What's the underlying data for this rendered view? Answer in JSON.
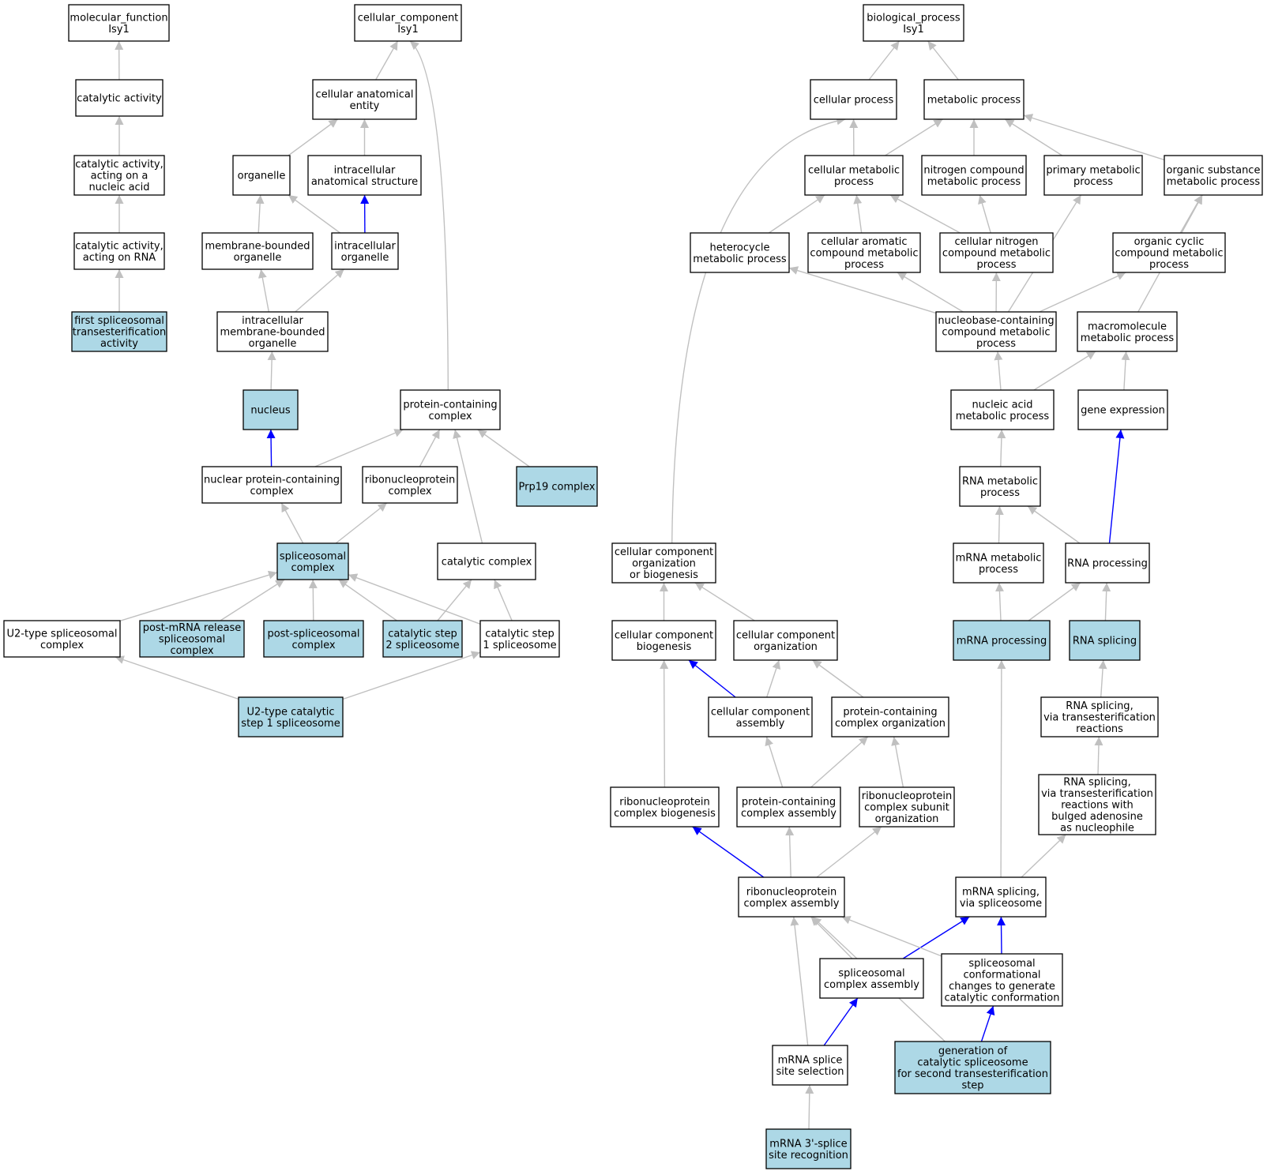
{
  "colors": {
    "highlight_fill": "#add8e6",
    "normal_fill": "#ffffff",
    "edge_gray": "#c0c0c0",
    "edge_blue": "#0000ff"
  },
  "nodes": {
    "mf": {
      "lines": [
        "molecular_function",
        "Isy1"
      ]
    },
    "cat": {
      "lines": [
        "catalytic activity"
      ]
    },
    "catna": {
      "lines": [
        "catalytic activity,",
        "acting on a",
        "nucleic acid"
      ]
    },
    "catrna": {
      "lines": [
        "catalytic activity,",
        "acting on RNA"
      ]
    },
    "fst": {
      "lines": [
        "first spliceosomal",
        "transesterification",
        "activity"
      ],
      "highlight": true
    },
    "cc": {
      "lines": [
        "cellular_component",
        "Isy1"
      ]
    },
    "cae": {
      "lines": [
        "cellular anatomical",
        "entity"
      ]
    },
    "org": {
      "lines": [
        "organelle"
      ]
    },
    "ias": {
      "lines": [
        "intracellular",
        "anatomical structure"
      ]
    },
    "mbo": {
      "lines": [
        "membrane-bounded",
        "organelle"
      ]
    },
    "io": {
      "lines": [
        "intracellular",
        "organelle"
      ]
    },
    "imbo": {
      "lines": [
        "intracellular",
        "membrane-bounded",
        "organelle"
      ]
    },
    "nuc": {
      "lines": [
        "nucleus"
      ],
      "highlight": true
    },
    "pcc": {
      "lines": [
        "protein-containing",
        "complex"
      ]
    },
    "npcc": {
      "lines": [
        "nuclear protein-containing",
        "complex"
      ]
    },
    "rnpc": {
      "lines": [
        "ribonucleoprotein",
        "complex"
      ]
    },
    "prp19": {
      "lines": [
        "Prp19 complex"
      ],
      "highlight": true
    },
    "splc": {
      "lines": [
        "spliceosomal",
        "complex"
      ],
      "highlight": true
    },
    "catc": {
      "lines": [
        "catalytic complex"
      ]
    },
    "u2": {
      "lines": [
        "U2-type spliceosomal",
        "complex"
      ]
    },
    "pmr": {
      "lines": [
        "post-mRNA release",
        "spliceosomal",
        "complex"
      ],
      "highlight": true
    },
    "pspl": {
      "lines": [
        "post-spliceosomal",
        "complex"
      ],
      "highlight": true
    },
    "cs2": {
      "lines": [
        "catalytic step",
        "2 spliceosome"
      ],
      "highlight": true
    },
    "cs1": {
      "lines": [
        "catalytic step",
        "1 spliceosome"
      ]
    },
    "u2cs1": {
      "lines": [
        "U2-type catalytic",
        "step 1 spliceosome"
      ],
      "highlight": true
    },
    "bp": {
      "lines": [
        "biological_process",
        "Isy1"
      ]
    },
    "cp": {
      "lines": [
        "cellular process"
      ]
    },
    "mp": {
      "lines": [
        "metabolic process"
      ]
    },
    "cmp": {
      "lines": [
        "cellular metabolic",
        "process"
      ]
    },
    "ncmp": {
      "lines": [
        "nitrogen compound",
        "metabolic process"
      ]
    },
    "pmp": {
      "lines": [
        "primary metabolic",
        "process"
      ]
    },
    "osmp": {
      "lines": [
        "organic substance",
        "metabolic process"
      ]
    },
    "hmp": {
      "lines": [
        "heterocycle",
        "metabolic process"
      ]
    },
    "cacmp": {
      "lines": [
        "cellular aromatic",
        "compound metabolic",
        "process"
      ]
    },
    "cncmp": {
      "lines": [
        "cellular nitrogen",
        "compound metabolic",
        "process"
      ]
    },
    "occmp": {
      "lines": [
        "organic cyclic",
        "compound metabolic",
        "process"
      ]
    },
    "nbcmp": {
      "lines": [
        "nucleobase-containing",
        "compound metabolic",
        "process"
      ]
    },
    "mmp": {
      "lines": [
        "macromolecule",
        "metabolic process"
      ]
    },
    "namp": {
      "lines": [
        "nucleic acid",
        "metabolic process"
      ]
    },
    "ge": {
      "lines": [
        "gene expression"
      ]
    },
    "rmp": {
      "lines": [
        "RNA metabolic",
        "process"
      ]
    },
    "mrmp": {
      "lines": [
        "mRNA metabolic",
        "process"
      ]
    },
    "rproc": {
      "lines": [
        "RNA processing"
      ]
    },
    "mrproc": {
      "lines": [
        "mRNA processing"
      ],
      "highlight": true
    },
    "rspl": {
      "lines": [
        "RNA splicing"
      ],
      "highlight": true
    },
    "rsplt": {
      "lines": [
        "RNA splicing,",
        "via transesterification",
        "reactions"
      ]
    },
    "rspltb": {
      "lines": [
        "RNA splicing,",
        "via transesterification",
        "reactions with",
        "bulged adenosine",
        "as nucleophile"
      ]
    },
    "mrsplv": {
      "lines": [
        "mRNA splicing,",
        "via spliceosome"
      ]
    },
    "ccob": {
      "lines": [
        "cellular component",
        "organization",
        "or biogenesis"
      ]
    },
    "ccb": {
      "lines": [
        "cellular component",
        "biogenesis"
      ]
    },
    "cco": {
      "lines": [
        "cellular component",
        "organization"
      ]
    },
    "cca": {
      "lines": [
        "cellular component",
        "assembly"
      ]
    },
    "pcco": {
      "lines": [
        "protein-containing",
        "complex organization"
      ]
    },
    "rnpcb": {
      "lines": [
        "ribonucleoprotein",
        "complex biogenesis"
      ]
    },
    "pcca": {
      "lines": [
        "protein-containing",
        "complex assembly"
      ]
    },
    "rnpcso": {
      "lines": [
        "ribonucleoprotein",
        "complex subunit",
        "organization"
      ]
    },
    "rnpca": {
      "lines": [
        "ribonucleoprotein",
        "complex assembly"
      ]
    },
    "splca": {
      "lines": [
        "spliceosomal",
        "complex assembly"
      ]
    },
    "splcc": {
      "lines": [
        "spliceosomal",
        "conformational",
        "changes to generate",
        "catalytic conformation"
      ]
    },
    "mrsss": {
      "lines": [
        "mRNA splice",
        "site selection"
      ]
    },
    "gcs": {
      "lines": [
        "generation of",
        "catalytic spliceosome",
        "for second transesterification",
        "step"
      ],
      "highlight": true
    },
    "mr3": {
      "lines": [
        "mRNA 3'-splice",
        "site recognition"
      ],
      "highlight": true
    }
  },
  "edges": [
    {
      "from": "cat",
      "to": "mf"
    },
    {
      "from": "catna",
      "to": "cat"
    },
    {
      "from": "catrna",
      "to": "catna"
    },
    {
      "from": "fst",
      "to": "catrna"
    },
    {
      "from": "cae",
      "to": "cc"
    },
    {
      "from": "pcc",
      "to": "cc"
    },
    {
      "from": "org",
      "to": "cae"
    },
    {
      "from": "ias",
      "to": "cae"
    },
    {
      "from": "mbo",
      "to": "org"
    },
    {
      "from": "io",
      "to": "org"
    },
    {
      "from": "io",
      "to": "ias",
      "blue": true
    },
    {
      "from": "imbo",
      "to": "mbo"
    },
    {
      "from": "imbo",
      "to": "io"
    },
    {
      "from": "nuc",
      "to": "imbo"
    },
    {
      "from": "npcc",
      "to": "nuc",
      "blue": true
    },
    {
      "from": "npcc",
      "to": "pcc"
    },
    {
      "from": "rnpc",
      "to": "pcc"
    },
    {
      "from": "catc",
      "to": "pcc"
    },
    {
      "from": "prp19",
      "to": "pcc"
    },
    {
      "from": "splc",
      "to": "npcc"
    },
    {
      "from": "splc",
      "to": "rnpc"
    },
    {
      "from": "u2",
      "to": "splc"
    },
    {
      "from": "pmr",
      "to": "splc"
    },
    {
      "from": "pspl",
      "to": "splc"
    },
    {
      "from": "cs2",
      "to": "splc"
    },
    {
      "from": "cs1",
      "to": "splc"
    },
    {
      "from": "cs2",
      "to": "catc"
    },
    {
      "from": "cs1",
      "to": "catc"
    },
    {
      "from": "u2cs1",
      "to": "u2"
    },
    {
      "from": "u2cs1",
      "to": "cs1"
    },
    {
      "from": "cp",
      "to": "bp"
    },
    {
      "from": "mp",
      "to": "bp"
    },
    {
      "from": "cmp",
      "to": "cp"
    },
    {
      "from": "ccob",
      "to": "cp"
    },
    {
      "from": "cmp",
      "to": "mp"
    },
    {
      "from": "ncmp",
      "to": "mp"
    },
    {
      "from": "pmp",
      "to": "mp"
    },
    {
      "from": "osmp",
      "to": "mp"
    },
    {
      "from": "hmp",
      "to": "cmp"
    },
    {
      "from": "cacmp",
      "to": "cmp"
    },
    {
      "from": "cncmp",
      "to": "cmp"
    },
    {
      "from": "cncmp",
      "to": "ncmp"
    },
    {
      "from": "occmp",
      "to": "osmp"
    },
    {
      "from": "nbcmp",
      "to": "hmp"
    },
    {
      "from": "nbcmp",
      "to": "cacmp"
    },
    {
      "from": "nbcmp",
      "to": "cncmp"
    },
    {
      "from": "nbcmp",
      "to": "pmp"
    },
    {
      "from": "nbcmp",
      "to": "occmp"
    },
    {
      "from": "mmp",
      "to": "osmp"
    },
    {
      "from": "namp",
      "to": "nbcmp"
    },
    {
      "from": "namp",
      "to": "mmp"
    },
    {
      "from": "ge",
      "to": "mmp"
    },
    {
      "from": "rmp",
      "to": "namp"
    },
    {
      "from": "rproc",
      "to": "ge",
      "blue": true
    },
    {
      "from": "mrmp",
      "to": "rmp"
    },
    {
      "from": "rproc",
      "to": "rmp"
    },
    {
      "from": "mrproc",
      "to": "mrmp"
    },
    {
      "from": "mrproc",
      "to": "rproc"
    },
    {
      "from": "rspl",
      "to": "rproc"
    },
    {
      "from": "rsplt",
      "to": "rspl"
    },
    {
      "from": "rspltb",
      "to": "rsplt"
    },
    {
      "from": "mrsplv",
      "to": "rspltb"
    },
    {
      "from": "mrsplv",
      "to": "mrproc"
    },
    {
      "from": "ccb",
      "to": "ccob"
    },
    {
      "from": "cco",
      "to": "ccob"
    },
    {
      "from": "cca",
      "to": "ccb",
      "blue": true
    },
    {
      "from": "cca",
      "to": "cco"
    },
    {
      "from": "pcco",
      "to": "cco"
    },
    {
      "from": "rnpcb",
      "to": "ccb"
    },
    {
      "from": "pcca",
      "to": "cca"
    },
    {
      "from": "pcca",
      "to": "pcco"
    },
    {
      "from": "rnpcso",
      "to": "pcco"
    },
    {
      "from": "rnpca",
      "to": "rnpcb",
      "blue": true
    },
    {
      "from": "rnpca",
      "to": "pcca"
    },
    {
      "from": "rnpca",
      "to": "rnpcso"
    },
    {
      "from": "splca",
      "to": "rnpca"
    },
    {
      "from": "splca",
      "to": "mrsplv",
      "blue": true
    },
    {
      "from": "splcc",
      "to": "rnpca"
    },
    {
      "from": "splcc",
      "to": "mrsplv",
      "blue": true
    },
    {
      "from": "mrsss",
      "to": "rnpca"
    },
    {
      "from": "mrsss",
      "to": "splca",
      "blue": true
    },
    {
      "from": "gcs",
      "to": "rnpca"
    },
    {
      "from": "gcs",
      "to": "splcc",
      "blue": true
    },
    {
      "from": "mr3",
      "to": "mrsss"
    }
  ]
}
